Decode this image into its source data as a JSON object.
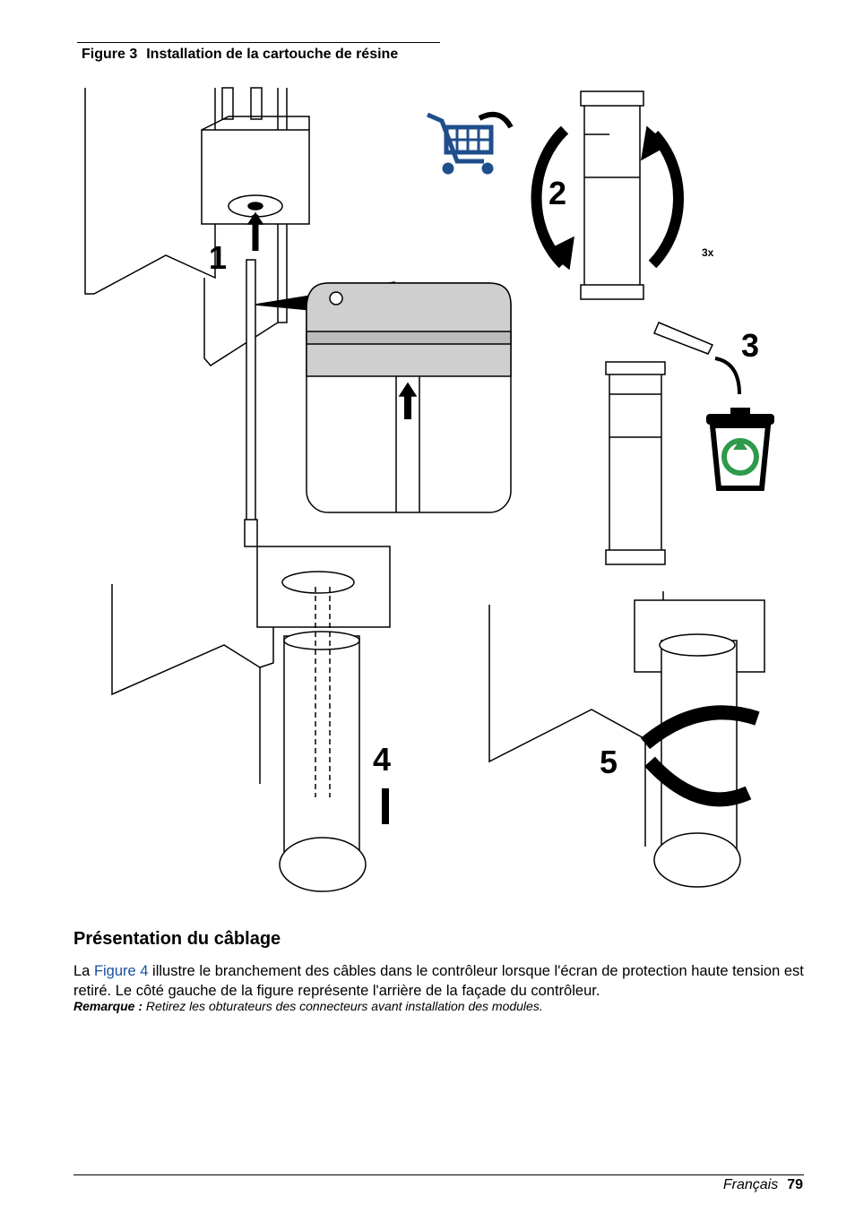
{
  "figure": {
    "number": "Figure 3",
    "title": "Installation de la cartouche de résine",
    "steps": [
      "1",
      "2",
      "3",
      "4",
      "5"
    ],
    "repeat_label": "3x",
    "icons": [
      "shopping-cart-icon",
      "trash-can-icon",
      "recycle-icon",
      "arrow-icon"
    ]
  },
  "section": {
    "heading": "Présentation du câblage",
    "para_before_link": "La ",
    "link_text": "Figure 4",
    "para_after_link": " illustre le branchement des câbles dans le contrôleur lorsque l'écran de protection haute tension est retiré. Le côté gauche de la figure représente l'arrière de la façade du contrôleur.",
    "note_label": "Remarque :",
    "note_text": " Retirez les obturateurs des connecteurs avant installation des modules."
  },
  "footer": {
    "language": "Français",
    "page": "79"
  },
  "colors": {
    "link": "#1a4fa0",
    "cart": "#1f4e8c",
    "recycle": "#2e9a4a"
  }
}
